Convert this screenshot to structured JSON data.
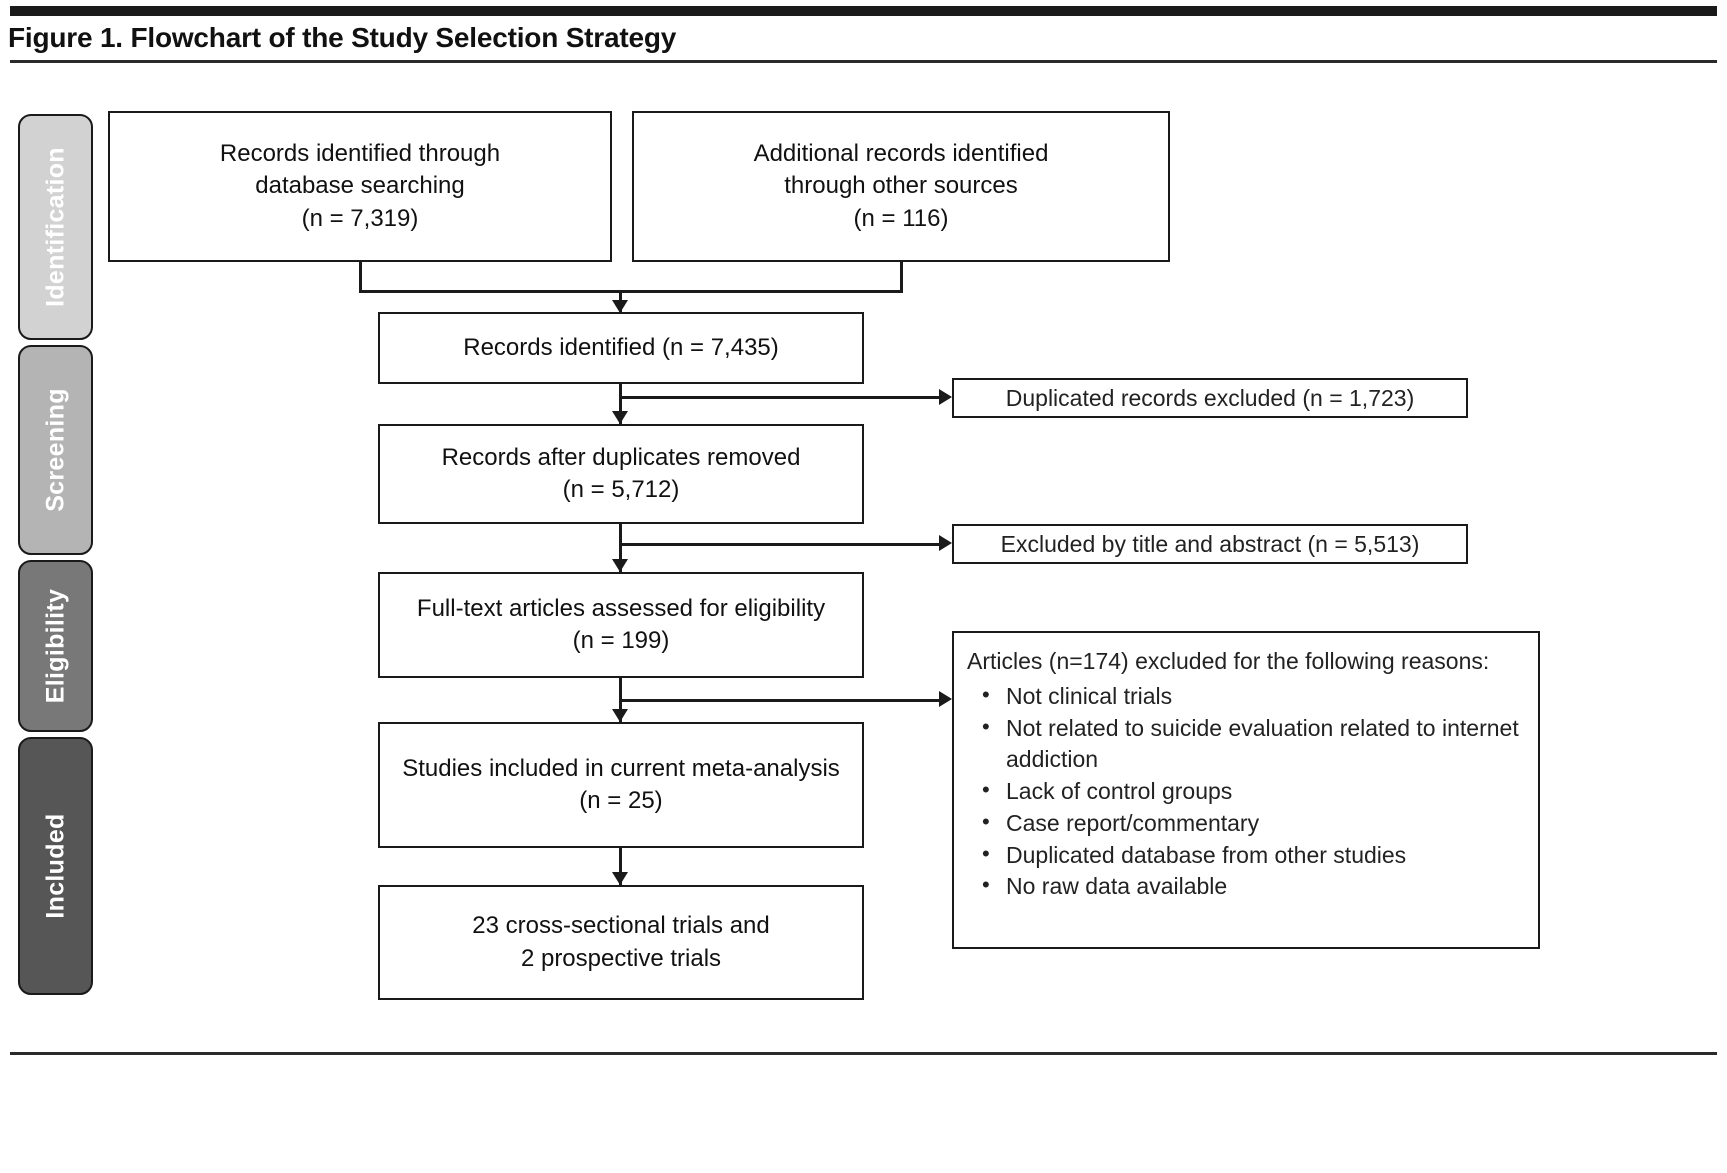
{
  "figure": {
    "title": "Figure 1. Flowchart of the Study Selection Strategy"
  },
  "stages": [
    {
      "id": "identification",
      "label": "Identification",
      "color": "#d2d2d2"
    },
    {
      "id": "screening",
      "label": "Screening",
      "color": "#b4b4b4"
    },
    {
      "id": "eligibility",
      "label": "Eligibility",
      "color": "#787878"
    },
    {
      "id": "included",
      "label": "Included",
      "color": "#565656"
    }
  ],
  "flow": {
    "records_database": "Records identified through\ndatabase searching\n(n = 7,319)",
    "records_other": "Additional records identified\nthrough other sources\n(n = 116)",
    "records_identified": "Records identified (n = 7,435)",
    "records_after_duplicates": "Records after duplicates removed\n(n = 5,712)",
    "fulltext_assessed": "Full-text articles assessed for eligibility\n(n = 199)",
    "studies_included": "Studies included in current meta-analysis\n(n = 25)",
    "final_breakdown": "23 cross-sectional trials and\n2 prospective trials"
  },
  "exclusions": {
    "duplicates": "Duplicated records excluded (n = 1,723)",
    "title_abstract": "Excluded by title and abstract (n = 5,513)",
    "reasons_lead": "Articles (n=174) excluded for the following reasons:",
    "reasons": [
      "Not clinical trials",
      "Not related to suicide evaluation related to internet addiction",
      "Lack of control groups",
      "Case report/commentary",
      "Duplicated database from other studies",
      "No raw data available"
    ]
  },
  "chart_data": {
    "type": "diagram",
    "title": "Figure 1. Flowchart of the Study Selection Strategy",
    "diagram_kind": "PRISMA study selection flowchart",
    "stages": [
      "Identification",
      "Screening",
      "Eligibility",
      "Included"
    ],
    "nodes": [
      {
        "id": "db_search",
        "stage": "Identification",
        "label": "Records identified through database searching",
        "n": 7319
      },
      {
        "id": "other_src",
        "stage": "Identification",
        "label": "Additional records identified through other sources",
        "n": 116
      },
      {
        "id": "identified",
        "stage": "Identification",
        "label": "Records identified",
        "n": 7435
      },
      {
        "id": "dedup",
        "stage": "Screening",
        "label": "Records after duplicates removed",
        "n": 5712
      },
      {
        "id": "fulltext",
        "stage": "Eligibility",
        "label": "Full-text articles assessed for eligibility",
        "n": 199
      },
      {
        "id": "included",
        "stage": "Included",
        "label": "Studies included in current meta-analysis",
        "n": 25
      },
      {
        "id": "final",
        "stage": "Included",
        "label": "23 cross-sectional trials and 2 prospective trials",
        "n": 25
      }
    ],
    "exclusions": [
      {
        "id": "dup_excl",
        "from": "identified",
        "label": "Duplicated records excluded",
        "n": 1723
      },
      {
        "id": "title_excl",
        "from": "dedup",
        "label": "Excluded by title and abstract",
        "n": 5513
      },
      {
        "id": "reason_excl",
        "from": "fulltext",
        "label": "Articles excluded for the following reasons",
        "n": 174,
        "reasons": [
          "Not clinical trials",
          "Not related to suicide evaluation related to internet addiction",
          "Lack of control groups",
          "Case report/commentary",
          "Duplicated database from other studies",
          "No raw data available"
        ]
      }
    ],
    "edges": [
      {
        "from": "db_search",
        "to": "identified"
      },
      {
        "from": "other_src",
        "to": "identified"
      },
      {
        "from": "identified",
        "to": "dedup"
      },
      {
        "from": "identified",
        "to": "dup_excl"
      },
      {
        "from": "dedup",
        "to": "fulltext"
      },
      {
        "from": "dedup",
        "to": "title_excl"
      },
      {
        "from": "fulltext",
        "to": "included"
      },
      {
        "from": "fulltext",
        "to": "reason_excl"
      },
      {
        "from": "included",
        "to": "final"
      }
    ]
  }
}
